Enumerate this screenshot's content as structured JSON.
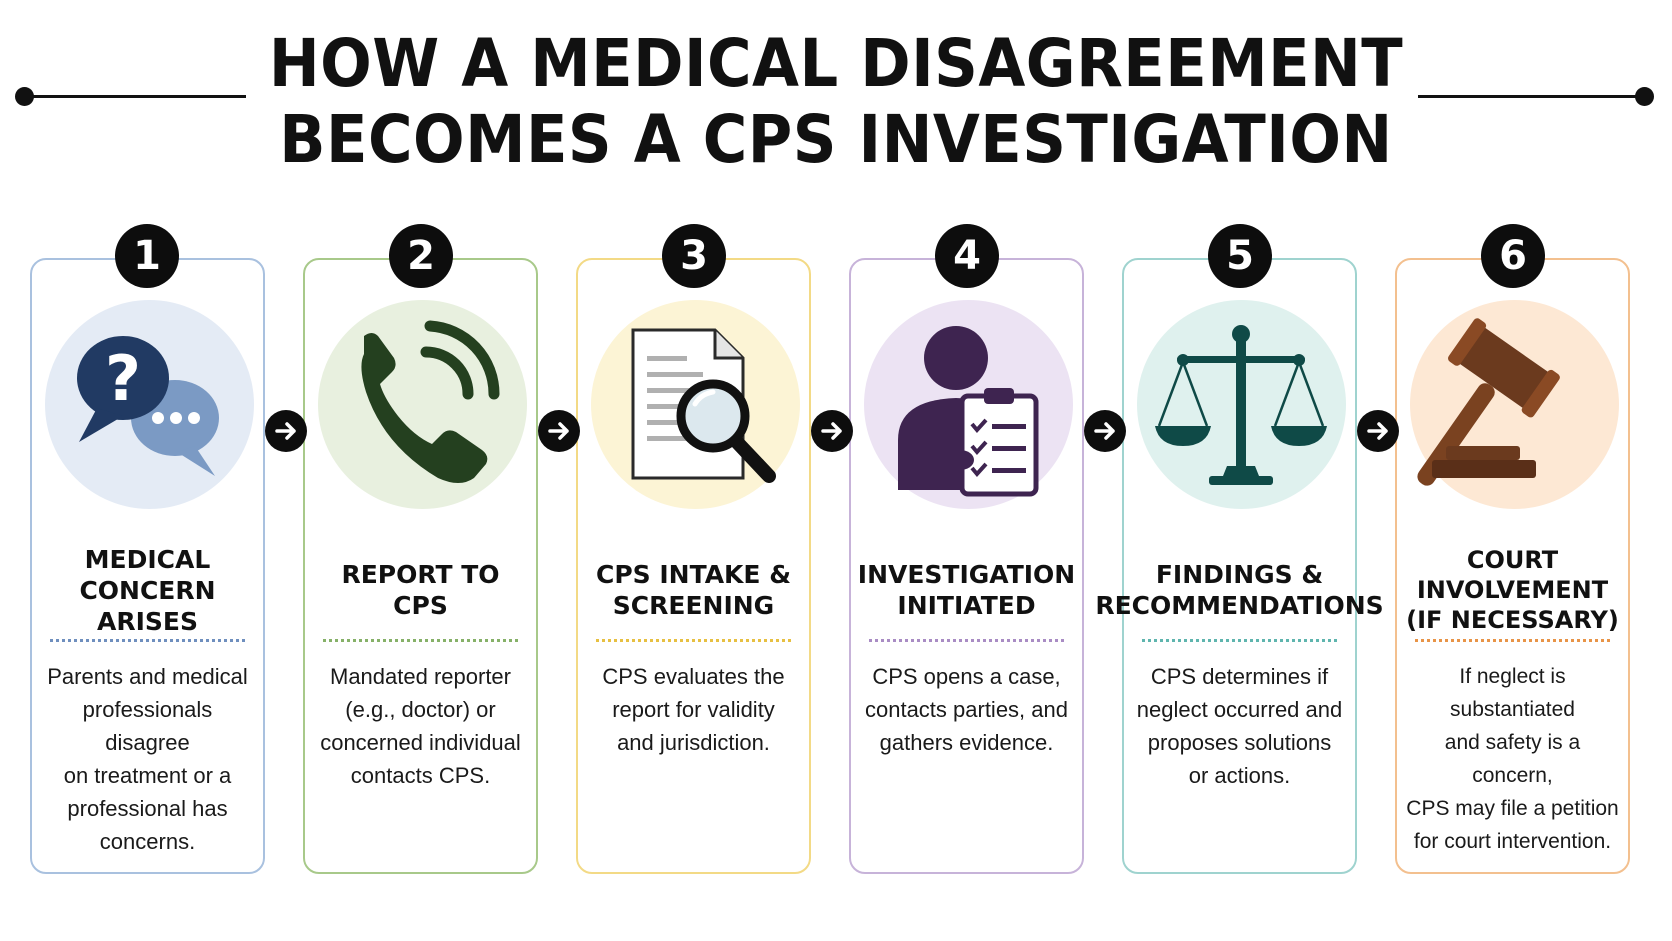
{
  "title": {
    "line1": "HOW A MEDICAL DISAGREEMENT",
    "line2": "BECOMES A CPS INVESTIGATION"
  },
  "steps": [
    {
      "number": "1",
      "title": "MEDICAL\nCONCERN ARISES",
      "description": "Parents and medical\nprofessionals disagree\non treatment or a\nprofessional has\nconcerns.",
      "icon": "question-chat-bubbles-icon",
      "color": "#a9c1df",
      "tint": "#e4ebf5"
    },
    {
      "number": "2",
      "title": "REPORT TO CPS",
      "description": "Mandated reporter\n(e.g., doctor) or\nconcerned individual\ncontacts CPS.",
      "icon": "phone-icon",
      "color": "#a8c98a",
      "tint": "#e8f0df"
    },
    {
      "number": "3",
      "title": "CPS INTAKE &\nSCREENING",
      "description": "CPS evaluates the\nreport for validity\nand jurisdiction.",
      "icon": "document-magnifier-icon",
      "color": "#f3da86",
      "tint": "#fcf4d5"
    },
    {
      "number": "4",
      "title": "INVESTIGATION\nINITIATED",
      "description": "CPS opens a case,\ncontacts parties, and\ngathers evidence.",
      "icon": "investigator-clipboard-icon",
      "color": "#c7b3d9",
      "tint": "#ece3f3"
    },
    {
      "number": "5",
      "title": "FINDINGS &\nRECOMMENDATIONS",
      "description": "CPS determines if\nneglect occurred and\nproposes solutions\nor actions.",
      "icon": "scales-of-justice-icon",
      "color": "#9fd3cf",
      "tint": "#dff1ee"
    },
    {
      "number": "6",
      "title": "COURT\nINVOLVEMENT\n(IF NECESSARY)",
      "description": "If neglect is substantiated\nand safety is a concern,\nCPS may file a petition\nfor court intervention.",
      "icon": "gavel-icon",
      "color": "#f3c08f",
      "tint": "#fde8d4"
    }
  ]
}
